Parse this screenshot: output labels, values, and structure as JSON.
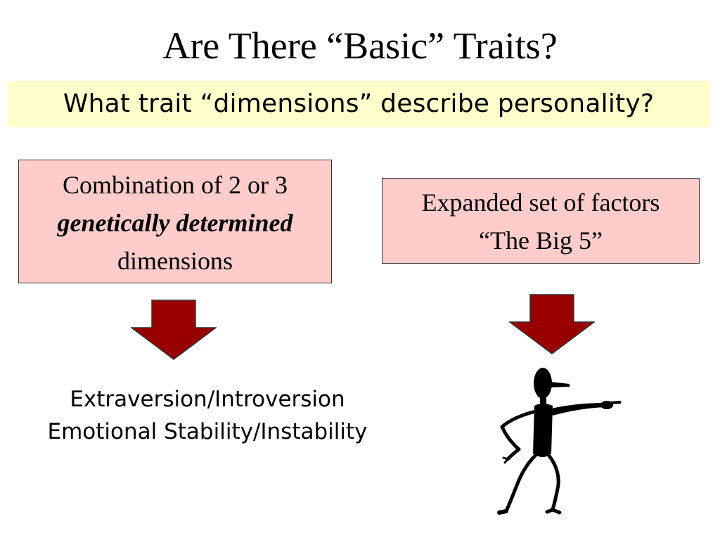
{
  "slide": {
    "title": "Are There “Basic” Traits?",
    "subtitle": "What trait “dimensions” describe personality?"
  },
  "left_box": {
    "line1": "Combination of 2 or 3",
    "line2": "genetically determined",
    "line3": "dimensions"
  },
  "right_box": {
    "line1": "Expanded set of factors",
    "line2": "“The Big 5”"
  },
  "traits": {
    "line1": "Extraversion/Introversion",
    "line2": "Emotional Stability/Instability"
  },
  "icons": {
    "arrow": "down-arrow-icon",
    "figure": "pointing-stick-figure-icon"
  },
  "colors": {
    "subtitle_band": "#ffffcc",
    "box_fill": "#ffcccc",
    "arrow_fill": "#990000"
  }
}
